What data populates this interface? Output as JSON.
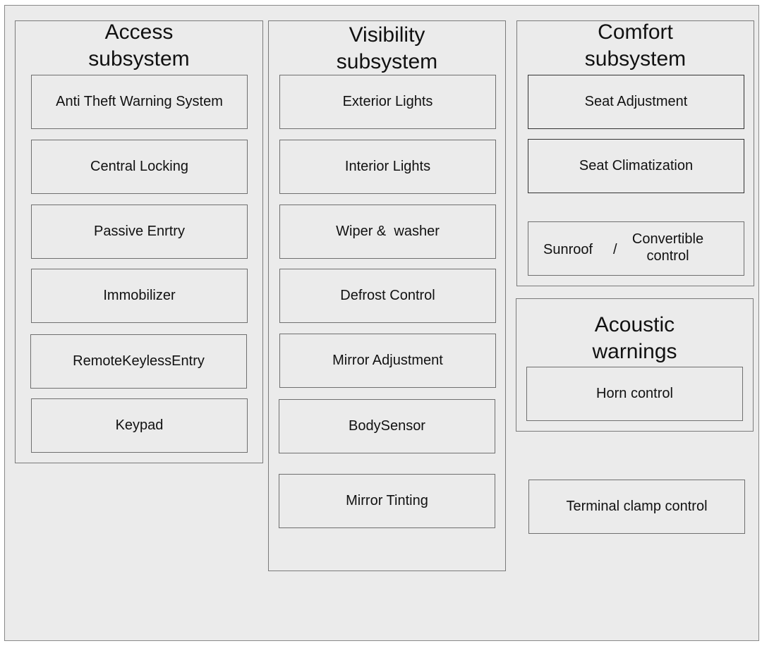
{
  "access": {
    "title": "Access\nsubsystem",
    "items": [
      "Anti Theft Warning System",
      "Central Locking",
      "Passive Enrtry",
      "Immobilizer",
      "RemoteKeylessEntry",
      "Keypad"
    ]
  },
  "visibility": {
    "title": "Visibility\nsubsystem",
    "items": [
      "Exterior Lights",
      "Interior Lights",
      "Wiper &  washer",
      "Defrost Control",
      "Mirror Adjustment",
      "BodySensor",
      "Mirror Tinting"
    ]
  },
  "comfort": {
    "title": "Comfort\nsubsystem",
    "items": [
      "Seat Adjustment",
      "Seat Climatization"
    ],
    "sunroof": {
      "left": "Sunroof",
      "separator": "/",
      "right": "Convertible\ncontrol"
    }
  },
  "acoustic": {
    "title": "Acoustic\nwarnings",
    "items": [
      "Horn control"
    ]
  },
  "terminal": {
    "label": "Terminal clamp control"
  }
}
